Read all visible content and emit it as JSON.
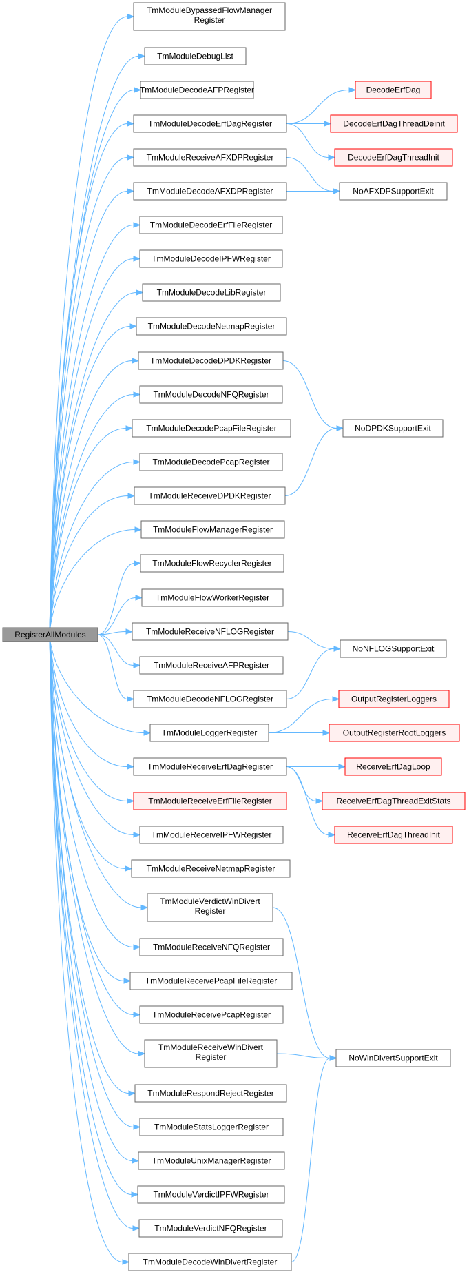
{
  "diagram": {
    "colors": {
      "edge": "#63b8ff",
      "root_fill": "#999999",
      "missing_fill": "#fff0f0",
      "missing_stroke": "#ff0000"
    },
    "nodes": {
      "root": [
        "RegisterAllModules"
      ],
      "bypassed": [
        "TmModuleBypassedFlowManager",
        "Register"
      ],
      "debuglist": [
        "TmModuleDebugList"
      ],
      "dec_afp": [
        "TmModuleDecodeAFPRegister"
      ],
      "dec_erfdag": [
        "TmModuleDecodeErfDagRegister"
      ],
      "recv_afxdp": [
        "TmModuleReceiveAFXDPRegister"
      ],
      "dec_afxdp": [
        "TmModuleDecodeAFXDPRegister"
      ],
      "dec_erffile": [
        "TmModuleDecodeErfFileRegister"
      ],
      "dec_ipfw": [
        "TmModuleDecodeIPFWRegister"
      ],
      "dec_lib": [
        "TmModuleDecodeLibRegister"
      ],
      "dec_netmap": [
        "TmModuleDecodeNetmapRegister"
      ],
      "dec_dpdk": [
        "TmModuleDecodeDPDKRegister"
      ],
      "dec_nfq": [
        "TmModuleDecodeNFQRegister"
      ],
      "dec_pcapfile": [
        "TmModuleDecodePcapFileRegister"
      ],
      "dec_pcap": [
        "TmModuleDecodePcapRegister"
      ],
      "recv_dpdk": [
        "TmModuleReceiveDPDKRegister"
      ],
      "flowmgr": [
        "TmModuleFlowManagerRegister"
      ],
      "flowrec": [
        "TmModuleFlowRecyclerRegister"
      ],
      "flowworker": [
        "TmModuleFlowWorkerRegister"
      ],
      "recv_nflog": [
        "TmModuleReceiveNFLOGRegister"
      ],
      "recv_afp": [
        "TmModuleReceiveAFPRegister"
      ],
      "dec_nflog": [
        "TmModuleDecodeNFLOGRegister"
      ],
      "logger": [
        "TmModuleLoggerRegister"
      ],
      "recv_erfdag": [
        "TmModuleReceiveErfDagRegister"
      ],
      "recv_erffile": [
        "TmModuleReceiveErfFileRegister"
      ],
      "recv_ipfw": [
        "TmModuleReceiveIPFWRegister"
      ],
      "recv_netmap": [
        "TmModuleReceiveNetmapRegister"
      ],
      "verdict_windivert": [
        "TmModuleVerdictWinDivert",
        "Register"
      ],
      "recv_nfq": [
        "TmModuleReceiveNFQRegister"
      ],
      "recv_pcapfile": [
        "TmModuleReceivePcapFileRegister"
      ],
      "recv_pcap": [
        "TmModuleReceivePcapRegister"
      ],
      "recv_windivert": [
        "TmModuleReceiveWinDivert",
        "Register"
      ],
      "respond_reject": [
        "TmModuleRespondRejectRegister"
      ],
      "stats_logger": [
        "TmModuleStatsLoggerRegister"
      ],
      "unix_mgr": [
        "TmModuleUnixManagerRegister"
      ],
      "verdict_ipfw": [
        "TmModuleVerdictIPFWRegister"
      ],
      "verdict_nfq": [
        "TmModuleVerdictNFQRegister"
      ],
      "dec_windivert": [
        "TmModuleDecodeWinDivertRegister"
      ],
      "decode_erfdag": [
        "DecodeErfDag"
      ],
      "decode_erfdag_deinit": [
        "DecodeErfDagThreadDeinit"
      ],
      "decode_erfdag_init": [
        "DecodeErfDagThreadInit"
      ],
      "no_afxdp": [
        "NoAFXDPSupportExit"
      ],
      "no_dpdk": [
        "NoDPDKSupportExit"
      ],
      "no_nflog": [
        "NoNFLOGSupportExit"
      ],
      "output_loggers": [
        "OutputRegisterLoggers"
      ],
      "output_root_loggers": [
        "OutputRegisterRootLoggers"
      ],
      "recv_erfdag_loop": [
        "ReceiveErfDagLoop"
      ],
      "recv_erfdag_exitstats": [
        "ReceiveErfDagThreadExitStats"
      ],
      "recv_erfdag_init": [
        "ReceiveErfDagThreadInit"
      ],
      "no_windivert": [
        "NoWinDivertSupportExit"
      ]
    },
    "missing_nodes": [
      "decode_erfdag",
      "decode_erfdag_deinit",
      "decode_erfdag_init",
      "output_loggers",
      "output_root_loggers",
      "recv_erfdag_loop",
      "recv_erfdag_exitstats",
      "recv_erfdag_init",
      "recv_erffile"
    ],
    "edges": [
      [
        "root",
        "bypassed"
      ],
      [
        "root",
        "debuglist"
      ],
      [
        "root",
        "dec_afp"
      ],
      [
        "root",
        "dec_erfdag"
      ],
      [
        "root",
        "recv_afxdp"
      ],
      [
        "root",
        "dec_afxdp"
      ],
      [
        "root",
        "dec_erffile"
      ],
      [
        "root",
        "dec_ipfw"
      ],
      [
        "root",
        "dec_lib"
      ],
      [
        "root",
        "dec_netmap"
      ],
      [
        "root",
        "dec_dpdk"
      ],
      [
        "root",
        "dec_nfq"
      ],
      [
        "root",
        "dec_pcapfile"
      ],
      [
        "root",
        "dec_pcap"
      ],
      [
        "root",
        "recv_dpdk"
      ],
      [
        "root",
        "flowmgr"
      ],
      [
        "root",
        "flowrec"
      ],
      [
        "root",
        "flowworker"
      ],
      [
        "root",
        "recv_nflog"
      ],
      [
        "root",
        "recv_afp"
      ],
      [
        "root",
        "dec_nflog"
      ],
      [
        "root",
        "logger"
      ],
      [
        "root",
        "recv_erfdag"
      ],
      [
        "root",
        "recv_erffile"
      ],
      [
        "root",
        "recv_ipfw"
      ],
      [
        "root",
        "recv_netmap"
      ],
      [
        "root",
        "verdict_windivert"
      ],
      [
        "root",
        "recv_nfq"
      ],
      [
        "root",
        "recv_pcapfile"
      ],
      [
        "root",
        "recv_pcap"
      ],
      [
        "root",
        "recv_windivert"
      ],
      [
        "root",
        "respond_reject"
      ],
      [
        "root",
        "stats_logger"
      ],
      [
        "root",
        "unix_mgr"
      ],
      [
        "root",
        "verdict_ipfw"
      ],
      [
        "root",
        "verdict_nfq"
      ],
      [
        "root",
        "dec_windivert"
      ],
      [
        "dec_erfdag",
        "decode_erfdag"
      ],
      [
        "dec_erfdag",
        "decode_erfdag_deinit"
      ],
      [
        "dec_erfdag",
        "decode_erfdag_init"
      ],
      [
        "recv_afxdp",
        "no_afxdp"
      ],
      [
        "dec_afxdp",
        "no_afxdp"
      ],
      [
        "dec_dpdk",
        "no_dpdk"
      ],
      [
        "recv_dpdk",
        "no_dpdk"
      ],
      [
        "recv_nflog",
        "no_nflog"
      ],
      [
        "dec_nflog",
        "no_nflog"
      ],
      [
        "logger",
        "output_loggers"
      ],
      [
        "logger",
        "output_root_loggers"
      ],
      [
        "recv_erfdag",
        "recv_erfdag_loop"
      ],
      [
        "recv_erfdag",
        "recv_erfdag_exitstats"
      ],
      [
        "recv_erfdag",
        "recv_erfdag_init"
      ],
      [
        "verdict_windivert",
        "no_windivert"
      ],
      [
        "recv_windivert",
        "no_windivert"
      ],
      [
        "dec_windivert",
        "no_windivert"
      ]
    ]
  }
}
